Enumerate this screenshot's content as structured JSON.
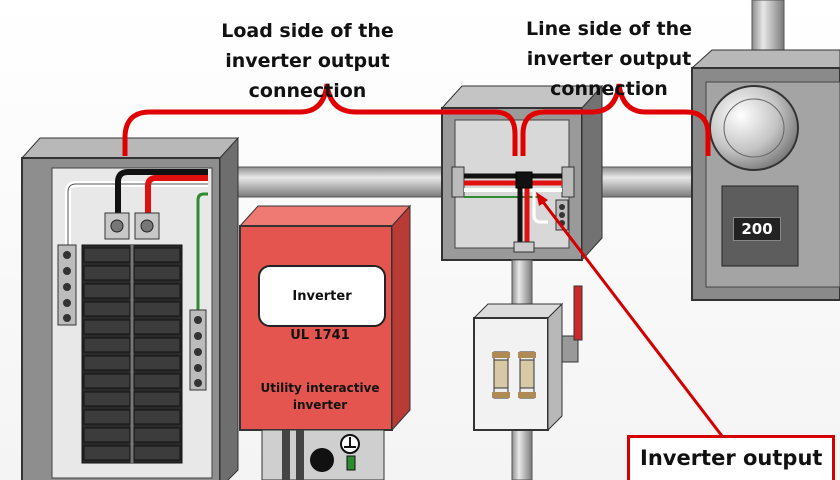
{
  "labels": {
    "load_side": "Load side of the inverter output connection",
    "line_side": "Line side of the inverter output connection",
    "callout": "Inverter output"
  },
  "inverter": {
    "name": "Inverter",
    "standard": "UL 1741",
    "description": "Utility interactive inverter"
  },
  "meter": {
    "value": "200"
  },
  "colors": {
    "bracket": "#e00000",
    "callout_border": "#d40000",
    "inverter_body": "#e4554f",
    "wire_hot": "#e01010",
    "wire_neutral": "#ffffff",
    "wire_black": "#111111",
    "wire_ground": "#2e8b2e"
  }
}
